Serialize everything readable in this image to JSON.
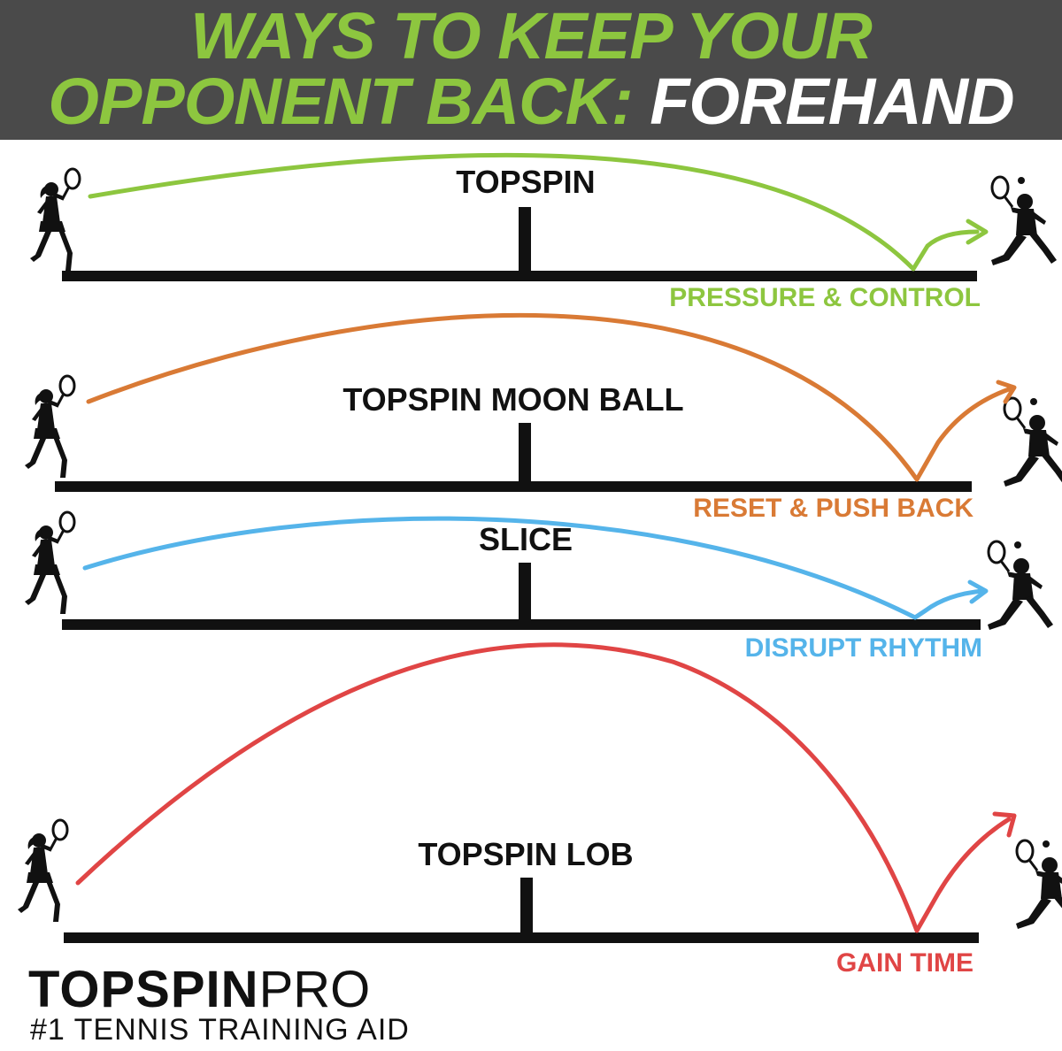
{
  "banner": {
    "line1": "WAYS TO KEEP YOUR",
    "line2_green": "OPPONENT BACK: ",
    "line2_white": "FOREHAND",
    "green": "#8dc63f",
    "background": "#4a4a4a"
  },
  "shots": [
    {
      "title": "TOPSPIN",
      "outcome": "PRESSURE & CONTROL",
      "color": "#8dc63f"
    },
    {
      "title": "TOPSPIN MOON BALL",
      "outcome": "RESET & PUSH BACK",
      "color": "#d97a35"
    },
    {
      "title": "SLICE",
      "outcome": "DISRUPT RHYTHM",
      "color": "#55b4ea"
    },
    {
      "title": "TOPSPIN LOB",
      "outcome": "GAIN TIME",
      "color": "#e04545"
    }
  ],
  "logo": {
    "brand_bold": "TOPSPIN",
    "brand_light": "PRO",
    "tagline": "#1 TENNIS TRAINING AID"
  },
  "icons": {
    "player_left": "tennis-player-silhouette",
    "player_right": "tennis-player-silhouette"
  }
}
